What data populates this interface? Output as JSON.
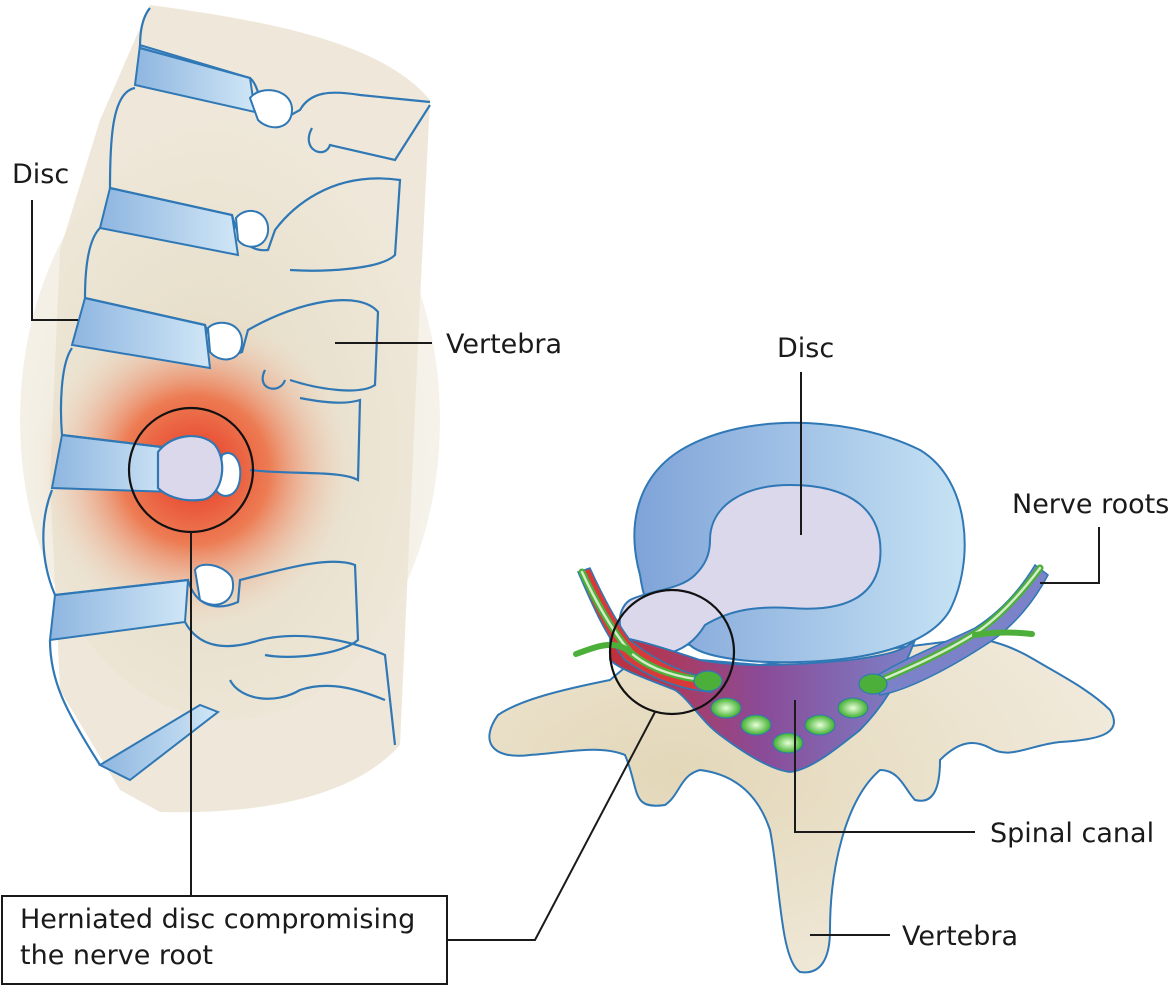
{
  "labels": {
    "disc_left": "Disc",
    "vertebra_left": "Vertebra",
    "disc_right": "Disc",
    "nerve_roots": "Nerve roots",
    "spinal_canal": "Spinal canal",
    "vertebra_right": "Vertebra",
    "herniation_line1": "Herniated disc compromising",
    "herniation_line2": "the nerve root"
  },
  "colors": {
    "bone_fill": "#efe8da",
    "bone_shade": "#d8cfae",
    "outline": "#2f78b5",
    "disc_blue": "#b9d8ef",
    "nucleus": "#dcd8ec",
    "inflammation": "#e8402a",
    "canal_purple": "#7a4a9a",
    "nerve_green": "#4caf3a",
    "vessel_red": "#d83a3a"
  }
}
